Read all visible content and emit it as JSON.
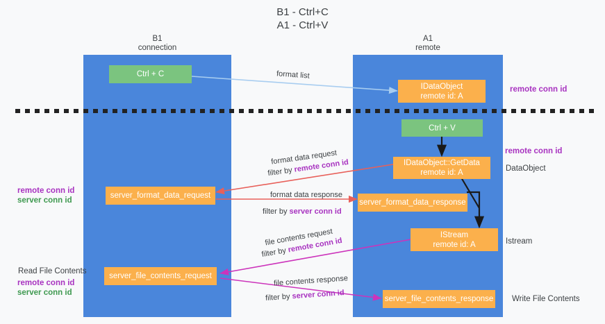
{
  "title": {
    "line1": "B1 - Ctrl+C",
    "line2": "A1 - Ctrl+V"
  },
  "colors": {
    "background": "#f8f9fa",
    "lane": "#4a86db",
    "node_green": "#7bc47f",
    "node_orange": "#fbb04c",
    "text_dark": "#3c4043",
    "accent_purple": "#a833c0",
    "accent_green": "#3f9950",
    "arrow_light_blue": "#a8cdf0",
    "arrow_red": "#e8605a",
    "arrow_magenta": "#cc33bb",
    "arrow_black": "#1a1a1a",
    "divider": "#222222"
  },
  "lanes": [
    {
      "id": "b1",
      "title": "B1",
      "subtitle": "connection"
    },
    {
      "id": "a1",
      "title": "A1",
      "subtitle": "remote"
    }
  ],
  "nodes": [
    {
      "id": "ctrl-c",
      "label": "Ctrl + C",
      "style": "green"
    },
    {
      "id": "remote-idataobject",
      "label": "IDataObject\nremote id: A",
      "style": "orange"
    },
    {
      "id": "ctrl-v",
      "label": "Ctrl + V",
      "style": "green"
    },
    {
      "id": "idataobject-getdata",
      "label": "IDataObject::GetData\nremote id: A",
      "style": "orange"
    },
    {
      "id": "server-format-data-request",
      "label": "server_format_data_request",
      "style": "orange"
    },
    {
      "id": "server-format-data-response",
      "label": "server_format_data_response",
      "style": "orange"
    },
    {
      "id": "istream",
      "label": "IStream\nremote id: A",
      "style": "orange"
    },
    {
      "id": "server-file-contents-request",
      "label": "server_file_contents_request",
      "style": "orange"
    },
    {
      "id": "server-file-contents-response",
      "label": "server_file_contents_response",
      "style": "orange"
    }
  ],
  "edge_labels": {
    "format_list": "format list",
    "format_data_request": "format data request",
    "format_data_request_filter_prefix": "filter by ",
    "format_data_request_filter_value": "remote conn id",
    "format_data_response": "format data response",
    "format_data_response_filter_prefix": "filter by ",
    "format_data_response_filter_value": "server conn id",
    "file_contents_request": "file contents request",
    "file_contents_request_filter_prefix": "filter by ",
    "file_contents_request_filter_value": "remote conn id",
    "file_contents_response": "file contents response",
    "file_contents_response_filter_prefix": "filter by ",
    "file_contents_response_filter_value": "server conn id"
  },
  "right_labels": {
    "remote_conn_id_top": "remote conn id",
    "remote_conn_id_mid": "remote conn id",
    "dataobject": "DataObject",
    "istream": "Istream",
    "write_file_contents": "Write File Contents"
  },
  "left_labels": {
    "remote_conn_id_mid": "remote conn id",
    "server_conn_id_mid": "server conn id",
    "read_file_contents": "Read File Contents",
    "remote_conn_id_bottom": "remote conn id",
    "server_conn_id_bottom": "server conn id"
  }
}
